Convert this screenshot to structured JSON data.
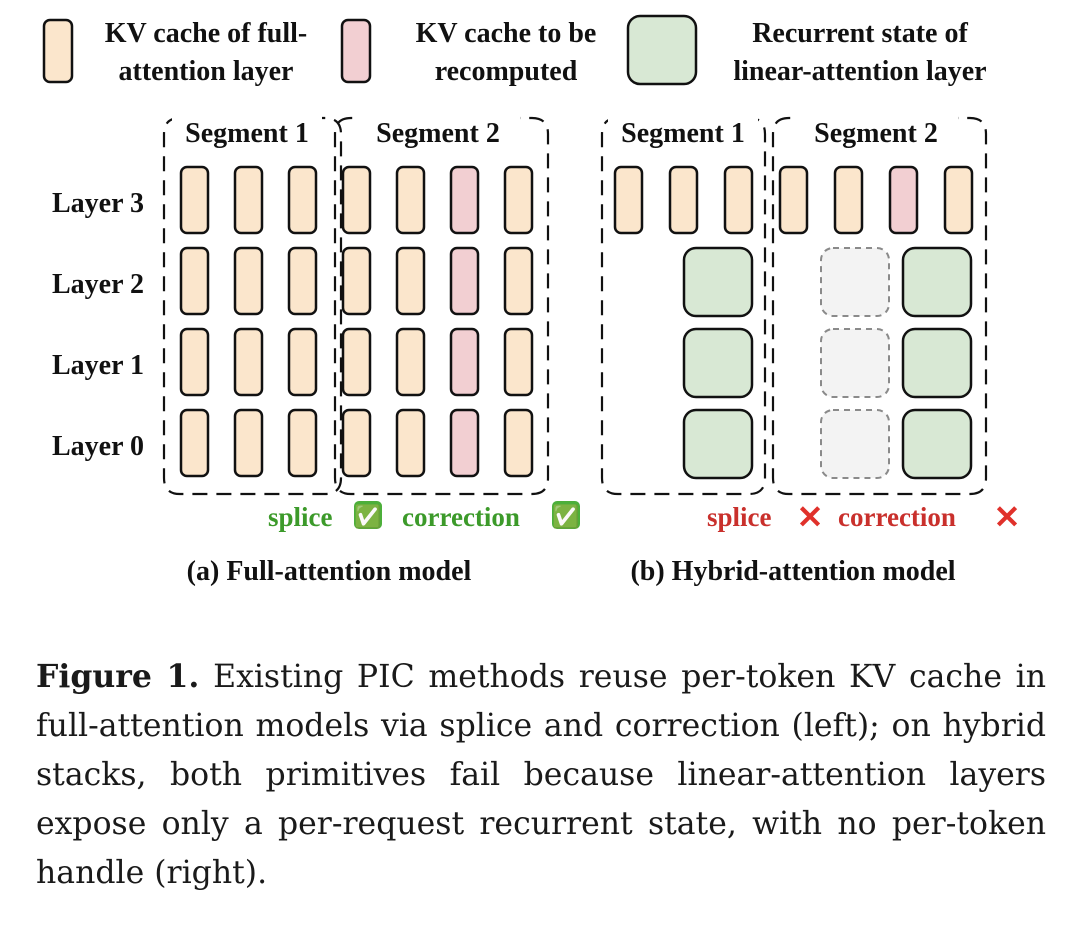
{
  "legend": {
    "full_kv": [
      "KV cache of full-",
      "attention layer"
    ],
    "recompute": [
      "KV cache to be",
      "recomputed"
    ],
    "recurrent": [
      "Recurrent state of",
      "linear-attention layer"
    ]
  },
  "panels": {
    "left": {
      "segment1": "Segment 1",
      "segment2": "Segment 2",
      "splice": "splice",
      "correction": "correction",
      "splice_mark": "✅",
      "correction_mark": "✅",
      "status_color": "#3c9a2a",
      "subtitle": "(a) Full-attention model"
    },
    "right": {
      "segment1": "Segment 1",
      "segment2": "Segment 2",
      "splice": "splice",
      "correction": "correction",
      "splice_mark": "✕",
      "correction_mark": "✕",
      "status_color": "#c9302c",
      "subtitle": "(b) Hybrid-attention model"
    }
  },
  "layers": [
    "Layer 3",
    "Layer 2",
    "Layer 1",
    "Layer 0"
  ],
  "colors": {
    "full_kv": "#fbe6cc",
    "recompute": "#f2cfd2",
    "recurrent": "#d8e8d4",
    "placeholder": "#f3f3f3",
    "check_bg": "#4caf3a",
    "cross": "#e0312b"
  },
  "caption": {
    "label": "Figure 1.",
    "text": " Existing PIC methods reuse per-token KV cache in full-attention models via splice and correction (left); on hybrid stacks, both primitives fail because linear-attention layers expose only a per-request recurrent state, with no per-token handle (right)."
  }
}
